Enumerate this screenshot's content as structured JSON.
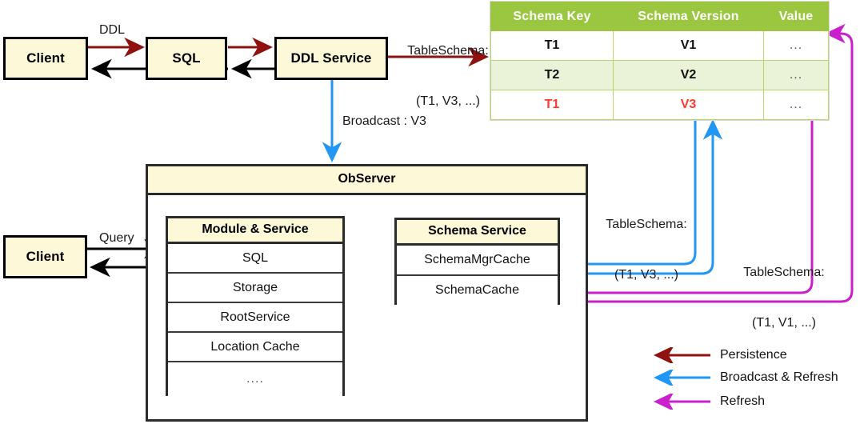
{
  "diagram": {
    "title_nodes": {
      "client_top": "Client",
      "sql": "SQL",
      "ddl_service": "DDL Service",
      "client_bottom": "Client"
    },
    "edge_labels": {
      "ddl": "DDL",
      "table_schema_v3_top_line1": "TableSchema:",
      "table_schema_v3_top_line2": "(T1, V3, ...)",
      "broadcast": "Broadcast : V3",
      "query": "Query",
      "table_schema_v3_mid_line1": "TableSchema:",
      "table_schema_v3_mid_line2": "(T1, V3, ...)",
      "table_schema_v1_line1": "TableSchema:",
      "table_schema_v1_line2": "(T1, V1, ...)"
    },
    "observer": {
      "title": "ObServer",
      "module_service": {
        "title": "Module & Service",
        "rows": [
          "SQL",
          "Storage",
          "RootService",
          "Location Cache",
          "...."
        ]
      },
      "schema_service": {
        "title": "Schema Service",
        "rows": [
          "SchemaMgrCache",
          "SchemaCache"
        ]
      }
    },
    "schema_table": {
      "headers": [
        "Schema Key",
        "Schema Version",
        "Value"
      ],
      "rows": [
        {
          "key": "T1",
          "version": "V1",
          "value": "...",
          "highlight": false,
          "alt": false
        },
        {
          "key": "T2",
          "version": "V2",
          "value": "...",
          "highlight": false,
          "alt": true
        },
        {
          "key": "T1",
          "version": "V3",
          "value": "...",
          "highlight": true,
          "alt": false
        }
      ]
    },
    "legend": {
      "items": [
        {
          "label": "Persistence",
          "color": "#8f1211",
          "icon": "arrow-left-icon"
        },
        {
          "label": "Broadcast & Refresh",
          "color": "#2196f3",
          "icon": "arrow-left-icon"
        },
        {
          "label": "Refresh",
          "color": "#cc1fcc",
          "icon": "arrow-left-icon"
        }
      ]
    },
    "colors": {
      "persistence": "#8f1211",
      "broadcast": "#2196f3",
      "refresh": "#cc1fcc",
      "default_flow": "#000000",
      "node_fill": "#fcf8d8",
      "table_header": "#9ac73f",
      "table_alt_row": "#eaf2d7",
      "highlight_text": "#fd3a2d"
    }
  }
}
